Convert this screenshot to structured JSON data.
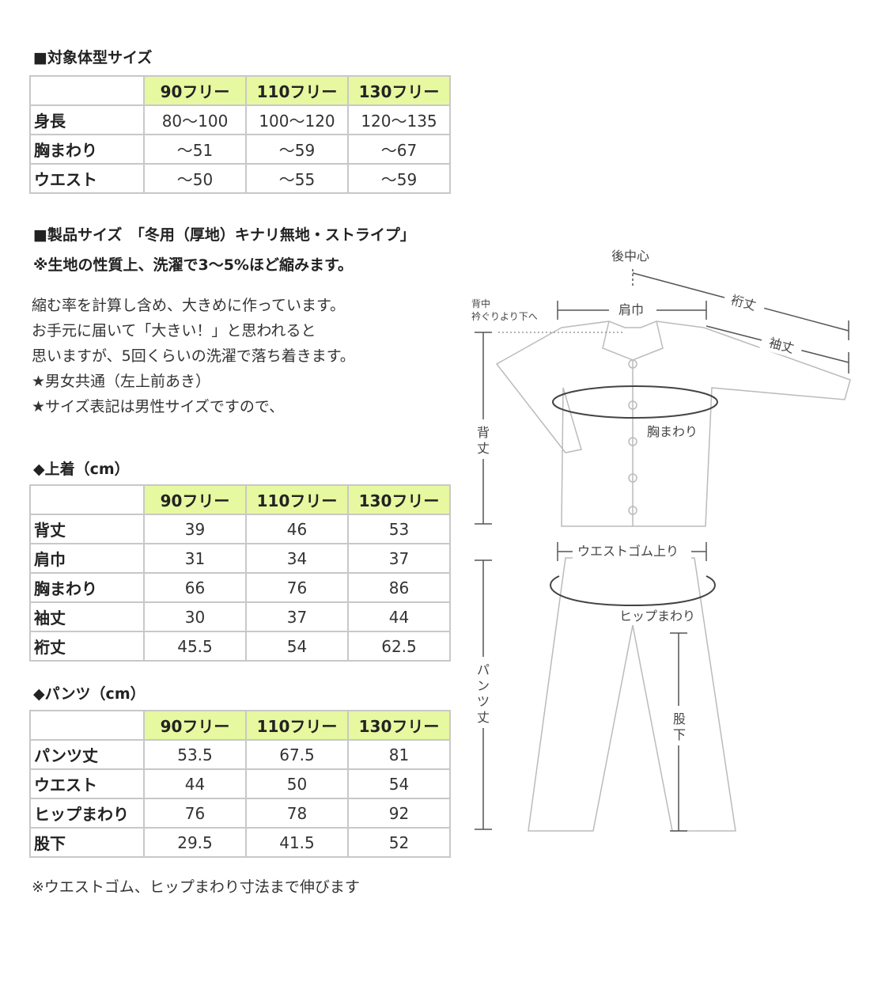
{
  "section1": {
    "title": "■対象体型サイズ",
    "headers": [
      "90フリー",
      "110フリー",
      "130フリー"
    ],
    "rows": [
      {
        "label": "身長",
        "values": [
          "80〜100",
          "100〜120",
          "120〜135"
        ]
      },
      {
        "label": "胸まわり",
        "values": [
          "〜51",
          "〜59",
          "〜67"
        ]
      },
      {
        "label": "ウエスト",
        "values": [
          "〜50",
          "〜55",
          "〜59"
        ]
      }
    ]
  },
  "product": {
    "title": "■製品サイズ　「冬用（厚地）キナリ無地・ストライプ」",
    "shrink_note": "※生地の性質上、洗濯で3〜5%ほど縮みます。",
    "lines": [
      "縮む率を計算し含め、大きめに作っています。",
      "お手元に届いて「大きい！」と思われると",
      "思いますが、5回くらいの洗濯で落ち着きます。",
      "★男女共通（左上前あき）",
      "★サイズ表記は男性サイズですので、"
    ]
  },
  "top": {
    "title": "◆上着（cm）",
    "headers": [
      "90フリー",
      "110フリー",
      "130フリー"
    ],
    "rows": [
      {
        "label": "背丈",
        "values": [
          "39",
          "46",
          "53"
        ]
      },
      {
        "label": "肩巾",
        "values": [
          "31",
          "34",
          "37"
        ]
      },
      {
        "label": "胸まわり",
        "values": [
          "66",
          "76",
          "86"
        ]
      },
      {
        "label": "袖丈",
        "values": [
          "30",
          "37",
          "44"
        ]
      },
      {
        "label": "裄丈",
        "values": [
          "45.5",
          "54",
          "62.5"
        ]
      }
    ]
  },
  "pants": {
    "title": "◆パンツ（cm）",
    "headers": [
      "90フリー",
      "110フリー",
      "130フリー"
    ],
    "rows": [
      {
        "label": "パンツ丈",
        "values": [
          "53.5",
          "67.5",
          "81"
        ]
      },
      {
        "label": "ウエスト",
        "values": [
          "44",
          "50",
          "54"
        ]
      },
      {
        "label": "ヒップまわり",
        "values": [
          "76",
          "78",
          "92"
        ]
      },
      {
        "label": "股下",
        "values": [
          "29.5",
          "41.5",
          "52"
        ]
      }
    ]
  },
  "footer_note": "※ウエストゴム、ヒップまわり寸法まで伸びます",
  "diagram": {
    "back_center": "後中心",
    "back_neck_1": "背中",
    "back_neck_2": "衿ぐりより下へ",
    "shoulder": "肩巾",
    "yuki": "裄丈",
    "sleeve": "袖丈",
    "chest": "胸まわり",
    "back_length_1": "背",
    "back_length_2": "丈",
    "waist_top": "ウエストゴム上り",
    "hip": "ヒップまわり",
    "pants_length": [
      "パ",
      "ン",
      "ツ",
      "丈"
    ],
    "inseam": [
      "股",
      "下"
    ]
  }
}
